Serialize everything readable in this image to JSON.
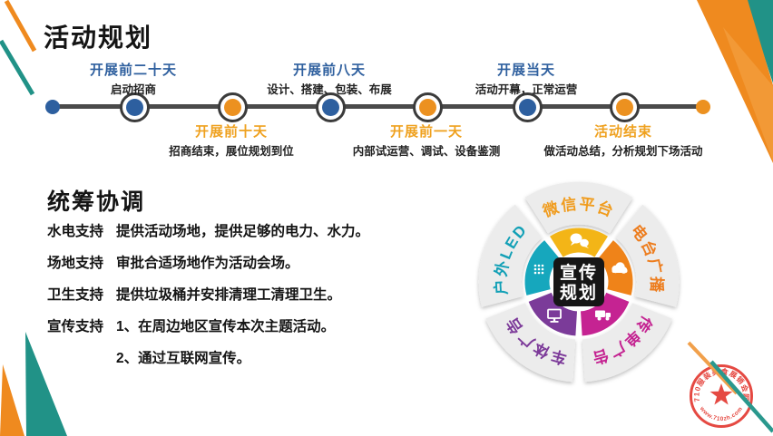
{
  "slide": {
    "title": "活动规划",
    "section_title": "统筹协调"
  },
  "timeline": {
    "milestones": [
      {
        "title": "开展前二十天",
        "desc": "启动招商"
      },
      {
        "title": "开展前十天",
        "desc": "招商结束，展位规划到位"
      },
      {
        "title": "开展前八天",
        "desc": "设计、搭建、包装、布展"
      },
      {
        "title": "开展前一天",
        "desc": "内部试运营、调试、设备鉴测"
      },
      {
        "title": "开展当天",
        "desc": "活动开幕，正常运营"
      },
      {
        "title": "活动结束",
        "desc": "做活动总结，分析规划下场活动"
      }
    ]
  },
  "coordination": {
    "items": [
      {
        "label": "水电支持",
        "text": "提供活动场地，提供足够的电力、水力。"
      },
      {
        "label": "场地支持",
        "text": "审批合适场地作为活动会场。"
      },
      {
        "label": "卫生支持",
        "text": "提供垃圾桶并安排清理工清理卫生。"
      },
      {
        "label": "宣传支持",
        "text": "1、在周边地区宣传本次主题活动。"
      },
      {
        "label": "",
        "text": "2、通过互联网宣传。"
      }
    ]
  },
  "wheel": {
    "center_line1": "宣传",
    "center_line2": "规划",
    "segments": [
      {
        "label": "微信平台",
        "icon": "wechat-icon",
        "text_color": "#f09c1e",
        "arc_color": "#f3b517"
      },
      {
        "label": "电台广播",
        "icon": "radio-broadcast-icon",
        "text_color": "#ed7d1e",
        "arc_color": "#ef8319"
      },
      {
        "label": "传单广告",
        "icon": "truck-icon",
        "text_color": "#c42391",
        "arc_color": "#c52392"
      },
      {
        "label": "车体广告",
        "icon": "monitor-icon",
        "text_color": "#7c3a99",
        "arc_color": "#7b3b99"
      },
      {
        "label": "户外LED",
        "icon": "led-screen-icon",
        "text_color": "#12a0b6",
        "arc_color": "#16a7bd"
      }
    ]
  },
  "stamp": {
    "arc_text": "710服装美食展销会网",
    "url": "www.710zh.com",
    "color": "#e23028"
  },
  "colors": {
    "timeline_blue": "#2d5f9f",
    "timeline_orange": "#ec9120",
    "label_blue": "#2e5f9e",
    "label_orange": "#efa11f",
    "line_gray": "#4a4a4a",
    "deco_orange": "#ef8a1f",
    "deco_teal": "#219287"
  }
}
